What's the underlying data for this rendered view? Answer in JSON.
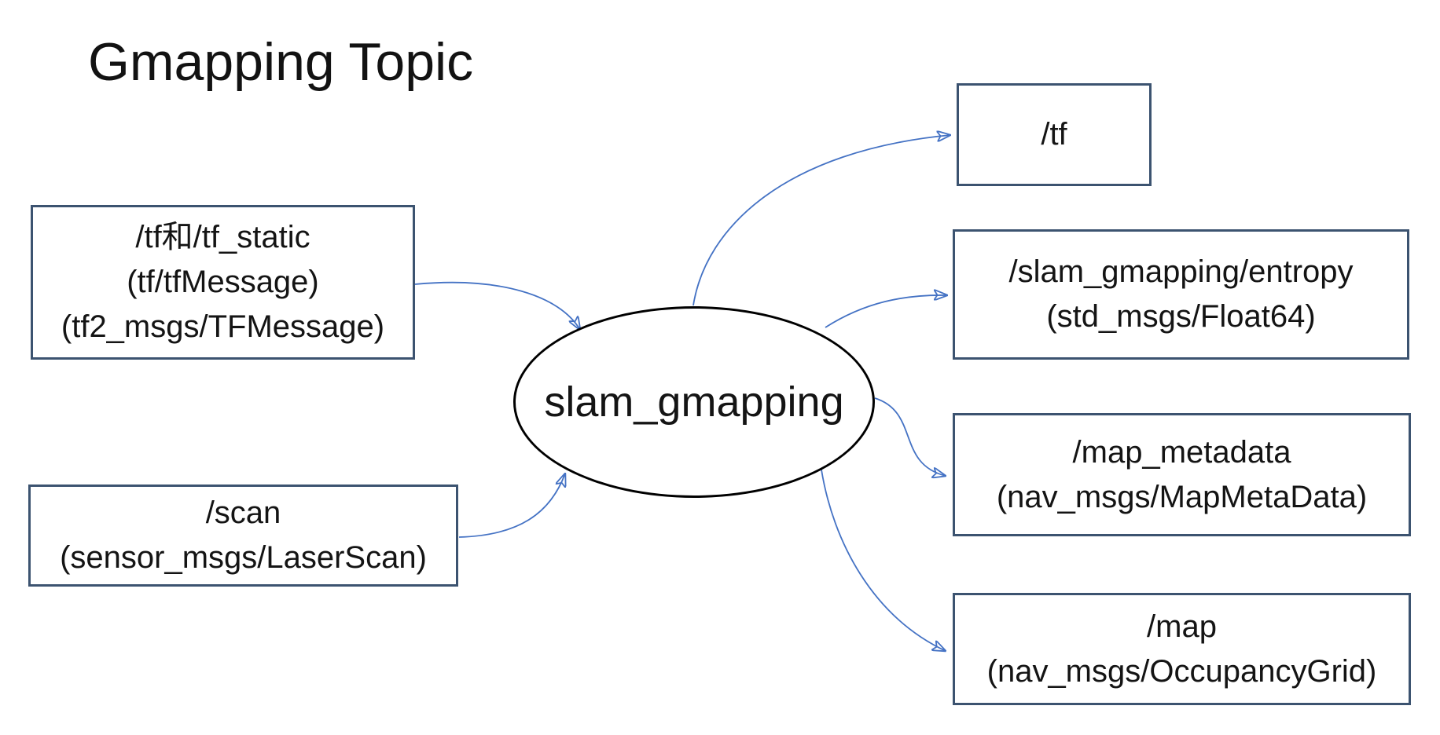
{
  "title": "Gmapping Topic",
  "node": {
    "label": "slam_gmapping"
  },
  "inputs": [
    {
      "id": "tf-static",
      "lines": [
        "/tf和/tf_static",
        "(tf/tfMessage)",
        "(tf2_msgs/TFMessage)"
      ]
    },
    {
      "id": "scan",
      "lines": [
        "/scan",
        "(sensor_msgs/LaserScan)"
      ]
    }
  ],
  "outputs": [
    {
      "id": "tf",
      "lines": [
        "/tf"
      ]
    },
    {
      "id": "entropy",
      "lines": [
        "/slam_gmapping/entropy",
        "(std_msgs/Float64)"
      ]
    },
    {
      "id": "map-metadata",
      "lines": [
        "/map_metadata",
        "(nav_msgs/MapMetaData)"
      ]
    },
    {
      "id": "map",
      "lines": [
        "/map",
        "(nav_msgs/OccupancyGrid)"
      ]
    }
  ],
  "colors": {
    "background": "#ffffff",
    "box_border": "#3c5370",
    "ellipse_border": "#000000",
    "arrow": "#4472C4",
    "text": "#141414"
  }
}
